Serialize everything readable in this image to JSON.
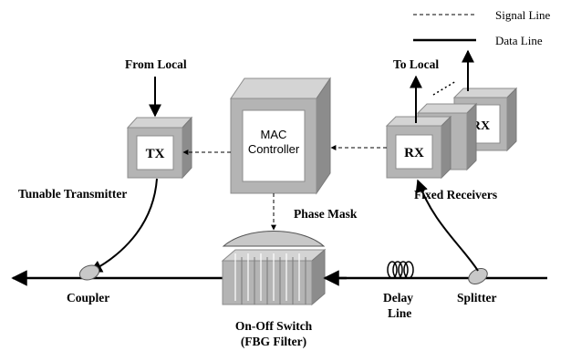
{
  "legend": {
    "signal_line": "Signal Line",
    "data_line": "Data Line"
  },
  "labels": {
    "from_local": "From Local",
    "to_local": "To Local",
    "tx": "TX",
    "mac_line1": "MAC",
    "mac_line2": "Controller",
    "rx_front": "RX",
    "rx_back": "RX",
    "tunable_transmitter": "Tunable Transmitter",
    "fixed_receivers": "Fixed Receivers",
    "phase_mask": "Phase Mask",
    "coupler": "Coupler",
    "delay_line1": "Delay",
    "delay_line2": "Line",
    "splitter": "Splitter",
    "switch_line1": "On-Off Switch",
    "switch_line2": "(FBG Filter)"
  },
  "colors": {
    "box_face": "#ffffff",
    "box_frame": "#b4b4b4",
    "box_top": "#d4d4d4",
    "box_side": "#8c8c8c",
    "line": "#000000"
  }
}
